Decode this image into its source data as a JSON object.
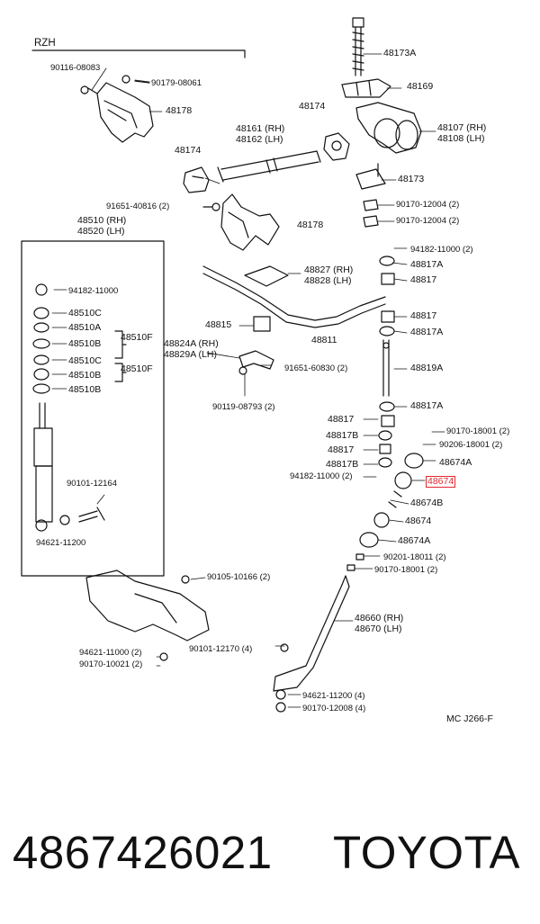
{
  "title": "RZH",
  "footer": {
    "part_number": "4867426021",
    "brand": "TOYOTA"
  },
  "diagram_code": "MC  J266-F",
  "highlight_color": "#e0282e",
  "callouts": {
    "c90116": "90116-08083",
    "c90179": "90179-08061",
    "c48178a": "48178",
    "c48174a": "48174",
    "c48161": "48161 (RH)",
    "c48162": "48162 (LH)",
    "c48174b": "48174",
    "c91651a": "91651-40816 (2)",
    "c48178b": "48178",
    "c48173a": "48173A",
    "c48169": "48169",
    "c48107": "48107 (RH)",
    "c48108": "48108 (LH)",
    "c48173": "48173",
    "c90170_12004a": "90170-12004 (2)",
    "c90170_12004b": "90170-12004 (2)",
    "c48510": "48510 (RH)",
    "c48520": "48520 (LH)",
    "c94182_shock": "94182-11000",
    "c48510c_1": "48510C",
    "c48510a_1": "48510A",
    "c48510f_1": "48510F",
    "c48510b_1": "48510B",
    "c48510c_2": "48510C",
    "c48510f_2": "48510F",
    "c48510b_2": "48510B",
    "c48510b_3": "48510B",
    "c90101_12164": "90101-12164",
    "c94621_shock": "94621-11200",
    "c94182_2": "94182-11000 (2)",
    "c48817a_1": "48817A",
    "c48817_1": "48817",
    "c48827": "48827 (RH)",
    "c48828": "48828 (LH)",
    "c48815": "48815",
    "c48811": "48811",
    "c48817_2": "48817",
    "c48817a_2": "48817A",
    "c48824a": "48824A (RH)",
    "c48829a": "48829A (LH)",
    "c91651_60830": "91651-60830 (2)",
    "c48819a": "48819A",
    "c90119": "90119-08793 (2)",
    "c48817a_3": "48817A",
    "c48817_3": "48817",
    "c48817b_1": "48817B",
    "c48817_4": "48817",
    "c48817b_2": "48817B",
    "c94182_3": "94182-11000 (2)",
    "c90170_18001a": "90170-18001 (2)",
    "c90206": "90206-18001 (2)",
    "c48674a_1": "48674A",
    "c48674_hl": "48674",
    "c48674b": "48674B",
    "c48674": "48674",
    "c48674a_2": "48674A",
    "c90201": "90201-18011 (2)",
    "c90170_18001b": "90170-18001 (2)",
    "c90105": "90105-10166 (2)",
    "c48660": "48660 (RH)",
    "c48670": "48670 (LH)",
    "c94621_frame": "94621-11000 (2)",
    "c90170_10021": "90170-10021 (2)",
    "c90101_12170": "90101-12170 (4)",
    "c94621_11200_4": "94621-11200 (4)",
    "c90170_12008": "90170-12008 (4)"
  }
}
